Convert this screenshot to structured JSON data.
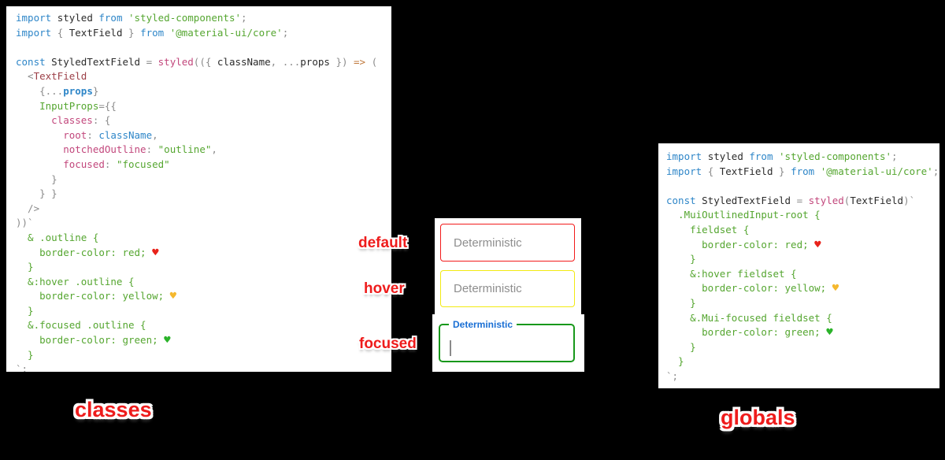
{
  "annotations": {
    "default": "default",
    "hover": "hover",
    "focused": "focused"
  },
  "captions": {
    "left": "classes",
    "right": "globals"
  },
  "textfields": {
    "default": {
      "placeholder": "Deterministic",
      "border_color": "#f21b1b"
    },
    "hover": {
      "placeholder": "Deterministic",
      "border_color": "#f2ea12"
    },
    "focused": {
      "label": "Deterministic",
      "border_color": "#18981b",
      "label_color": "#1a6fd4"
    }
  },
  "syntax_colors": {
    "keyword_blue": "#2e86c8",
    "string_green": "#55a630",
    "function_pink": "#c2477c",
    "jsx_component_maroon": "#9c4048",
    "arrow_orange": "#c07a3e",
    "plain": "#2b2b2b",
    "punctuation_gray": "#8b8b8b",
    "annotation_red": "#ee1c1c",
    "heart_red": "#e8221a",
    "heart_yellow": "#f5b82e",
    "heart_green": "#2bb32a"
  },
  "left_code": {
    "lines": [
      [
        [
          "kw",
          "import "
        ],
        [
          "pl",
          "styled "
        ],
        [
          "kw",
          "from "
        ],
        [
          "st",
          "'styled-components'"
        ],
        [
          "pu",
          ";"
        ]
      ],
      [
        [
          "kw",
          "import "
        ],
        [
          "pu",
          "{ "
        ],
        [
          "pl",
          "TextField"
        ],
        [
          "pu",
          " } "
        ],
        [
          "kw",
          "from "
        ],
        [
          "st",
          "'@material-ui/core'"
        ],
        [
          "pu",
          ";"
        ]
      ],
      [],
      [
        [
          "kw",
          "const "
        ],
        [
          "pl",
          "StyledTextField "
        ],
        [
          "pu",
          "= "
        ],
        [
          "pk",
          "styled"
        ],
        [
          "pu",
          "(({ "
        ],
        [
          "pl",
          "className"
        ],
        [
          "pu",
          ", ..."
        ],
        [
          "pl",
          "props"
        ],
        [
          "pu",
          " })"
        ],
        [
          "ar",
          " => "
        ],
        [
          "pu",
          "("
        ]
      ],
      [
        [
          "pu",
          "  <"
        ],
        [
          "cx",
          "TextField"
        ]
      ],
      [
        [
          "pu",
          "    {..."
        ],
        [
          "pb",
          "props"
        ],
        [
          "pu",
          "}"
        ]
      ],
      [
        [
          "st",
          "    InputProps"
        ],
        [
          "pu",
          "={{"
        ]
      ],
      [
        [
          "pk",
          "      classes"
        ],
        [
          "pu",
          ": {"
        ]
      ],
      [
        [
          "pk",
          "        root"
        ],
        [
          "pu",
          ": "
        ],
        [
          "bl",
          "className"
        ],
        [
          "pu",
          ","
        ]
      ],
      [
        [
          "pk",
          "        notchedOutline"
        ],
        [
          "pu",
          ": "
        ],
        [
          "st",
          "\"outline\""
        ],
        [
          "pu",
          ","
        ]
      ],
      [
        [
          "pk",
          "        focused"
        ],
        [
          "pu",
          ": "
        ],
        [
          "st",
          "\"focused\""
        ]
      ],
      [
        [
          "pu",
          "      }"
        ]
      ],
      [
        [
          "pu",
          "    } }"
        ]
      ],
      [
        [
          "pu",
          "  />"
        ]
      ],
      [
        [
          "pu",
          "))`"
        ]
      ],
      [
        [
          "st",
          "  & .outline {"
        ]
      ],
      [
        [
          "st",
          "    border-color: red; "
        ],
        [
          "hr",
          "♥"
        ]
      ],
      [
        [
          "st",
          "  }"
        ]
      ],
      [
        [
          "st",
          "  &:hover .outline {"
        ]
      ],
      [
        [
          "st",
          "    border-color: yellow; "
        ],
        [
          "hy",
          "♥"
        ]
      ],
      [
        [
          "st",
          "  }"
        ]
      ],
      [
        [
          "st",
          "  &.focused .outline {"
        ]
      ],
      [
        [
          "st",
          "    border-color: green; "
        ],
        [
          "hg",
          "♥"
        ]
      ],
      [
        [
          "st",
          "  }"
        ]
      ],
      [
        [
          "pu",
          "`;"
        ]
      ]
    ]
  },
  "right_code": {
    "lines": [
      [
        [
          "kw",
          "import "
        ],
        [
          "pl",
          "styled "
        ],
        [
          "kw",
          "from "
        ],
        [
          "st",
          "'styled-components'"
        ],
        [
          "pu",
          ";"
        ]
      ],
      [
        [
          "kw",
          "import "
        ],
        [
          "pu",
          "{ "
        ],
        [
          "pl",
          "TextField"
        ],
        [
          "pu",
          " } "
        ],
        [
          "kw",
          "from "
        ],
        [
          "st",
          "'@material-ui/core'"
        ],
        [
          "pu",
          ";"
        ]
      ],
      [],
      [
        [
          "kw",
          "const "
        ],
        [
          "pl",
          "StyledTextField "
        ],
        [
          "pu",
          "= "
        ],
        [
          "pk",
          "styled"
        ],
        [
          "pu",
          "("
        ],
        [
          "pl",
          "TextField"
        ],
        [
          "pu",
          ")`"
        ]
      ],
      [
        [
          "st",
          "  .MuiOutlinedInput-root {"
        ]
      ],
      [
        [
          "st",
          "    fieldset {"
        ]
      ],
      [
        [
          "st",
          "      border-color: red; "
        ],
        [
          "hr",
          "♥"
        ]
      ],
      [
        [
          "st",
          "    }"
        ]
      ],
      [
        [
          "st",
          "    &:hover fieldset {"
        ]
      ],
      [
        [
          "st",
          "      border-color: yellow; "
        ],
        [
          "hy",
          "♥"
        ]
      ],
      [
        [
          "st",
          "    }"
        ]
      ],
      [
        [
          "st",
          "    &.Mui-focused fieldset {"
        ]
      ],
      [
        [
          "st",
          "      border-color: green; "
        ],
        [
          "hg",
          "♥"
        ]
      ],
      [
        [
          "st",
          "    }"
        ]
      ],
      [
        [
          "st",
          "  }"
        ]
      ],
      [
        [
          "pu",
          "`;"
        ]
      ]
    ]
  }
}
